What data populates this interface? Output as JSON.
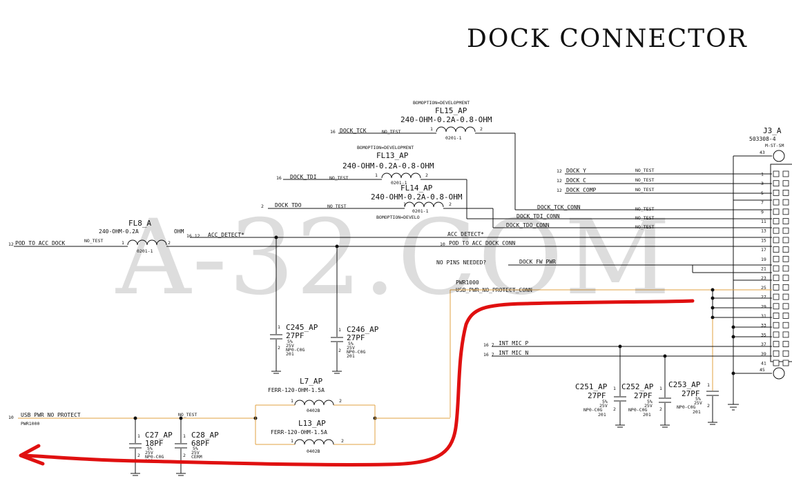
{
  "title": "DOCK CONNECTOR",
  "watermark": "A-32.COM",
  "colors": {
    "wire": "#111111",
    "highlight_wire": "#e0a040",
    "annotation": "#e01010"
  },
  "connector": {
    "ref": "J3_A",
    "part": "503308-4",
    "package": "M-ST-SM",
    "pin_top": "43",
    "pin_bottom": "45",
    "pins": [
      "1",
      "3",
      "5",
      "7",
      "9",
      "11",
      "13",
      "15",
      "17",
      "19",
      "21",
      "23",
      "25",
      "27",
      "29",
      "31",
      "33",
      "35",
      "37",
      "39",
      "41"
    ]
  },
  "filters": {
    "fl15": {
      "bom": "BOMOPTION=DEVELOPMENT",
      "ref": "FL15_AP",
      "value": "240-OHM-0.2A-0.8-OHM",
      "pkg": "0201-1",
      "p1": "1",
      "p2": "2"
    },
    "fl13": {
      "bom": "BOMOPTION=DEVELOPMENT",
      "ref": "FL13_AP",
      "value": "240-OHM-0.2A-0.8-OHM",
      "pkg": "0201-1",
      "p1": "1",
      "p2": "2"
    },
    "fl14": {
      "bom": "BOMOPTION=DEVELO",
      "ref": "FL14_AP",
      "value": "240-OHM-0.2A-0.8-OHM",
      "pkg": "0201-1",
      "p1": "1",
      "p2": "2"
    },
    "fl8": {
      "ref": "FL8_A",
      "value": "240-OHM-0.2A",
      "value_end": "OHM",
      "pkg": "0201-1",
      "p1": "1",
      "p2": "2"
    }
  },
  "inductors": {
    "l7": {
      "ref": "L7_AP",
      "value": "FERR-120-OHM-1.5A",
      "pkg": "0402B",
      "p1": "1",
      "p2": "2"
    },
    "l13": {
      "ref": "L13_AP",
      "value": "FERR-120-OHM-1.5A",
      "pkg": "0402B",
      "p1": "1",
      "p2": "2"
    }
  },
  "caps": {
    "c245": {
      "ref": "C245_AP",
      "value": "27PF",
      "v": "5%",
      "v2": "25V",
      "die": "NP0-C0G",
      "pkg": "201"
    },
    "c246": {
      "ref": "C246_AP",
      "value": "27PF",
      "v": "5%",
      "v2": "25V",
      "die": "NP0-C0G",
      "pkg": "201"
    },
    "c251": {
      "ref": "C251_AP",
      "value": "27PF",
      "v": "5%",
      "v2": "25V",
      "die": "NP0-C0G",
      "pkg": "201"
    },
    "c252": {
      "ref": "C252_AP",
      "value": "27PF",
      "v": "5%",
      "v2": "25V",
      "die": "NP0-C0G",
      "pkg": "201"
    },
    "c253": {
      "ref": "C253_AP",
      "value": "27PF",
      "v": "5%",
      "v2": "25V",
      "die": "NP0-C0G",
      "pkg": "201"
    },
    "c27": {
      "ref": "C27_AP",
      "value": "18PF",
      "v": "5%",
      "v2": "25V",
      "die": "NP0-C0G",
      "pkg": "201"
    },
    "c28": {
      "ref": "C28_AP",
      "value": "68PF",
      "v": "5%",
      "v2": "25V",
      "die": "CERM",
      "pkg": ""
    }
  },
  "nets": {
    "dock_tck": "DOCK_TCK",
    "dock_tdi": "DOCK_TDI",
    "dock_tdo": "DOCK_TDO",
    "pod_to_acc_dock": "POD_TO_ACC_DOCK",
    "acc_detect": "ACC_DETECT*",
    "acc_detect_r": "ACC_DETECT*",
    "pod_to_acc_conn": "POD_TO_ACC_DOCK_CONN",
    "no_pins": "NO PINS NEEDED?",
    "dock_fw_pwr": "DOCK_FW_PWR",
    "dock_y": "DOCK_Y",
    "dock_c": "DOCK_C",
    "dock_comp": "DOCK_COMP",
    "dock_tck_conn": "DOCK_TCK_CONN",
    "dock_tdi_conn": "DOCK_TDI_CONN",
    "dock_tdo_conn": "DOCK_TDO_CONN",
    "usb_pwr_no_protect_conn": "USB_PWR_NO_PROTECT_CONN",
    "pwr1000": "PWR1000",
    "usb_pwr_no_protect": "USB_PWR_NO_PROTECT",
    "pwr1000_l": "PWR1000",
    "int_mic_p": "INT_MIC_P",
    "int_mic_n": "INT_MIC_N"
  },
  "no_test": "NO_TEST",
  "page_refs": {
    "r16": "16",
    "r12": "12",
    "r2": "2",
    "r10": "10",
    "r7": "16 7",
    "r1612": "16 12"
  }
}
